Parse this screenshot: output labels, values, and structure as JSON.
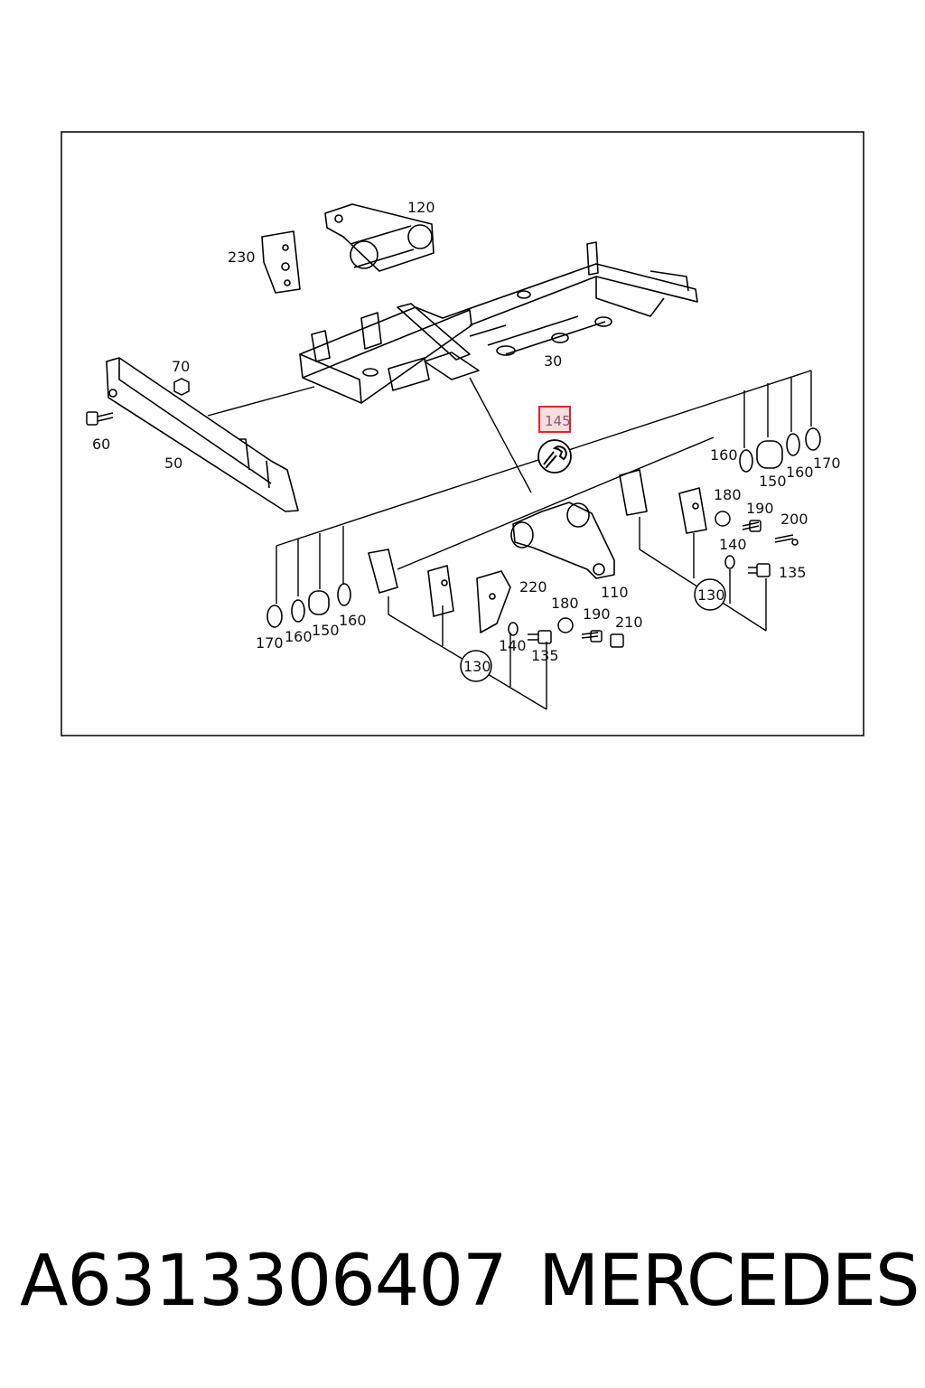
{
  "callouts": {
    "c120": "120",
    "c230": "230",
    "c30": "30",
    "c70": "70",
    "c60": "60",
    "c50": "50",
    "c145": "145",
    "c160a": "160",
    "c150a": "150",
    "c160b": "160",
    "c170a": "170",
    "c180a": "180",
    "c190a": "190",
    "c200": "200",
    "c140a": "140",
    "c135a": "135",
    "c130a": "130",
    "c110": "110",
    "c220": "220",
    "c180b": "180",
    "c190b": "190",
    "c210": "210",
    "c140b": "140",
    "c135b": "135",
    "c130b": "130",
    "c170b": "170",
    "c160c": "160",
    "c150b": "150",
    "c160d": "160"
  },
  "highlight_color": "#e0242c",
  "footer": {
    "part_number": "A6313306407",
    "brand": "MERCEDES"
  }
}
